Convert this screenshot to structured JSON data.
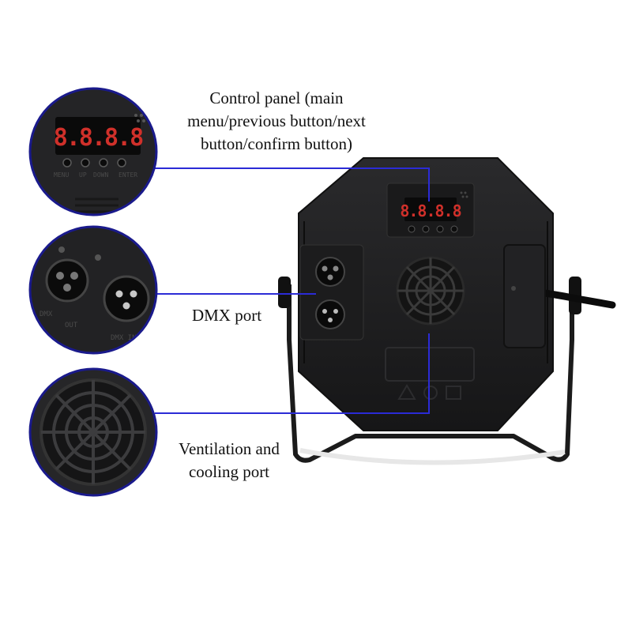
{
  "callouts": {
    "control_panel": {
      "line1": "Control panel (main",
      "line2": "menu/previous button/next",
      "line3": "button/confirm button)"
    },
    "dmx_port": {
      "label": "DMX port"
    },
    "ventilation": {
      "line1": "Ventilation and",
      "line2": "cooling port"
    }
  },
  "device": {
    "display_text": "8.8.8.8",
    "zoom_display_text": "8.8.8.8",
    "button_labels": [
      "MENU",
      "UP",
      "DOWN",
      "ENTER"
    ],
    "dmx_labels": [
      "DMX",
      "OUT",
      "DMX IN"
    ]
  },
  "colors": {
    "leader_line": "#2b2bd6",
    "zoom_ring": "#1a1a8c",
    "body": "#1c1c1e",
    "display": "#d0302a"
  }
}
